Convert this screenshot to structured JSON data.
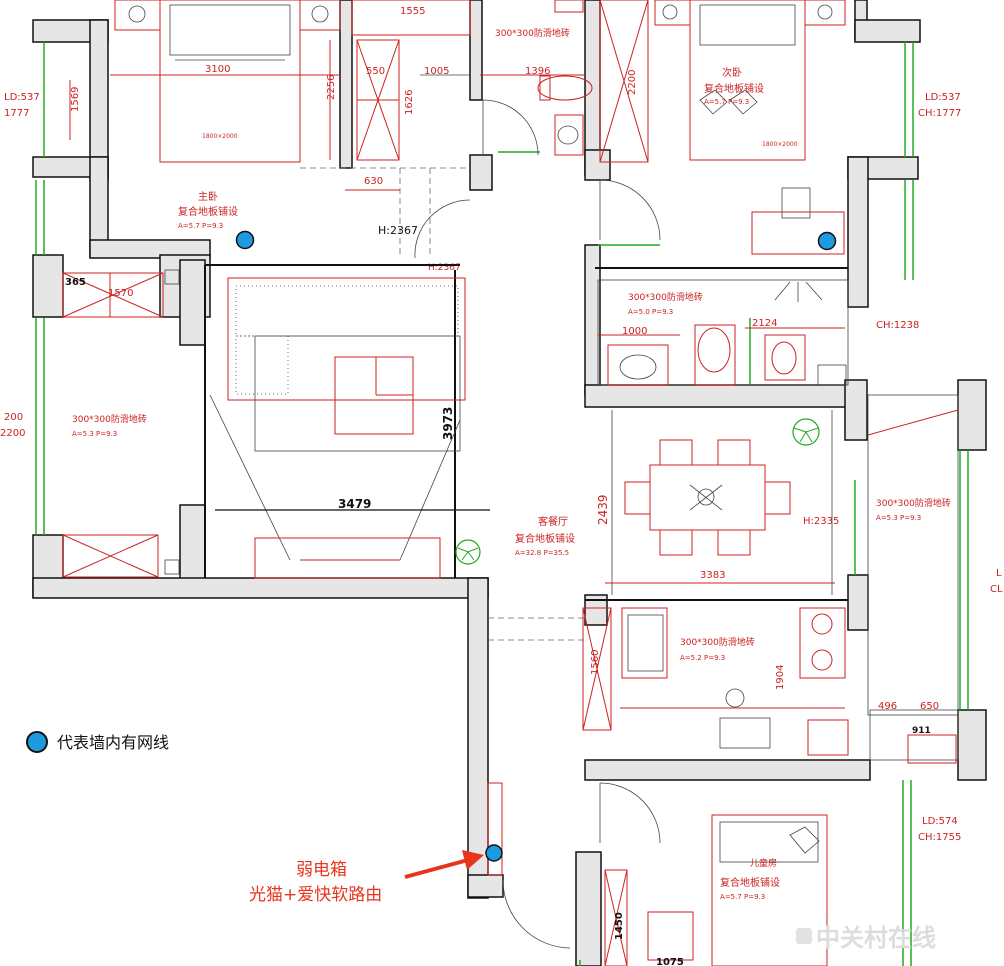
{
  "dimensions": {
    "d1555": "1555",
    "d3100": "3100",
    "d550": "550",
    "d1005": "1005",
    "d1396": "1396",
    "d2200a": "2200",
    "d2256": "2256",
    "d1626": "1626",
    "d1569": "1569",
    "d630": "630",
    "d365": "365",
    "d1570": "1570",
    "d1000": "1000",
    "d2124": "2124",
    "d3973": "3973",
    "d3479": "3479",
    "d2439": "2439",
    "d3383": "3383",
    "d1560": "1560",
    "d1904": "1904",
    "d496": "496",
    "d650": "650",
    "d911": "911",
    "d1450": "1450",
    "d1075": "1075"
  },
  "heights": {
    "ld537_left": "LD:537",
    "ch1777_left": "1777",
    "ld537_right": "LD:537",
    "ch1777_right": "CH:1777",
    "h2367": "H:2367",
    "h2367b": "H:2367",
    "ch1238": "CH:1238",
    "h2200_left": "200",
    "h2200_left2": "2200",
    "h2335": "H:2335",
    "ld574": "LD:574",
    "ch1755": "CH:1755",
    "edge_l": "L",
    "edge_cl": "CL"
  },
  "rooms": {
    "master_bed_title": "主卧",
    "master_bed_floor": "复合地板铺设",
    "master_bed_spec": "A=5.7 P=9.3",
    "sec_bed_title": "次卧",
    "sec_bed_floor": "复合地板铺设",
    "sec_bed_spec": "A=5.7 P=9.3",
    "bath_top_floor": "300*300防滑地砖",
    "bath_mid_floor": "300*300防滑地砖",
    "bath_mid_spec": "A=5.0 P=9.3",
    "left_room_floor": "300*300防滑地砖",
    "left_room_spec": "A=5.3 P=9.3",
    "living_title": "客餐厅",
    "living_floor": "复合地板铺设",
    "living_spec": "A=32.8 P=35.5",
    "balcony_floor": "300*300防滑地砖",
    "balcony_spec": "A=5.3 P=9.3",
    "kitchen_floor": "300*300防滑地砖",
    "kitchen_spec": "A=5.2 P=9.3",
    "kids_title": "儿童房",
    "kids_floor": "复合地板铺设",
    "kids_spec": "A=5.7 P=9.3"
  },
  "annotations": {
    "weak_box": "弱电箱",
    "weak_box_sub": "光猫+爱快软路由",
    "legend_text": "代表墙内有网线"
  },
  "watermark": "中关村在线",
  "colors": {
    "network_dot": "#1e9be0",
    "annotation": "#e8341c",
    "plan_red": "#cc2222",
    "window_green": "#22aa22"
  }
}
